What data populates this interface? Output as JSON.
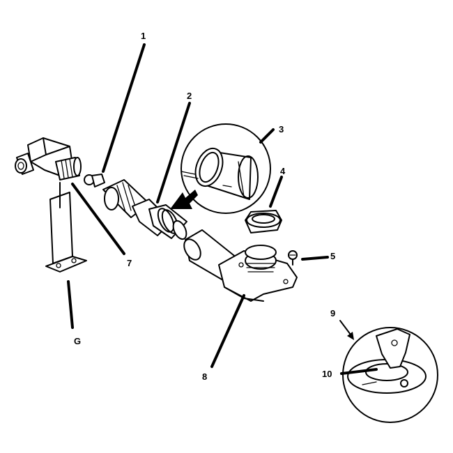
{
  "callouts": [
    {
      "id": "1",
      "text": "1"
    },
    {
      "id": "2",
      "text": "2"
    },
    {
      "id": "3",
      "text": "3"
    },
    {
      "id": "4",
      "text": "4"
    },
    {
      "id": "5",
      "text": "5"
    },
    {
      "id": "6",
      "text": "G"
    },
    {
      "id": "7",
      "text": "7"
    },
    {
      "id": "8",
      "text": "8"
    },
    {
      "id": "9",
      "text": "9"
    },
    {
      "id": "10",
      "text": "10"
    }
  ],
  "colors": {
    "ink": "#000000",
    "paper": "#ffffff"
  }
}
